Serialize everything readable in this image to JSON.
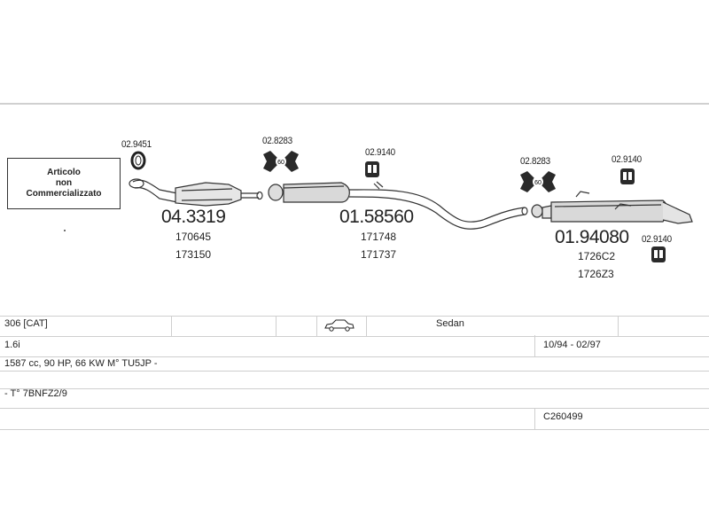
{
  "disclaimer": {
    "line1": "Articolo",
    "line2": "non",
    "line3": "Commercializzato"
  },
  "parts": {
    "clamp_1": "02.9451",
    "catalyst_main": "04.3319",
    "catalyst_alt1": "170645",
    "catalyst_alt2": "173150",
    "gasket_1": "02.8283",
    "hanger_1": "02.9140",
    "middle_main": "01.58560",
    "middle_alt1": "171748",
    "middle_alt2": "171737",
    "gasket_2": "02.8283",
    "hanger_2": "02.9140",
    "rear_main": "01.94080",
    "rear_alt1": "1726C2",
    "rear_alt2": "1726Z3",
    "hanger_3": "02.9140",
    "gasket_badge": "60"
  },
  "vehicle": {
    "model": "306  [CAT]",
    "body": "Sedan",
    "engine": "1.6i",
    "years": "10/94 - 02/97",
    "specs": "1587 cc, 90 HP, 66 KW M° TU5JP -",
    "type_code": "- T° 7BNFZ2/9",
    "ref": "C260499"
  },
  "icons": {
    "car": "sedan-car-icon",
    "gasket": "flange-gasket-icon",
    "clamp": "clamp-ring-icon",
    "hanger": "rubber-hanger-icon"
  }
}
